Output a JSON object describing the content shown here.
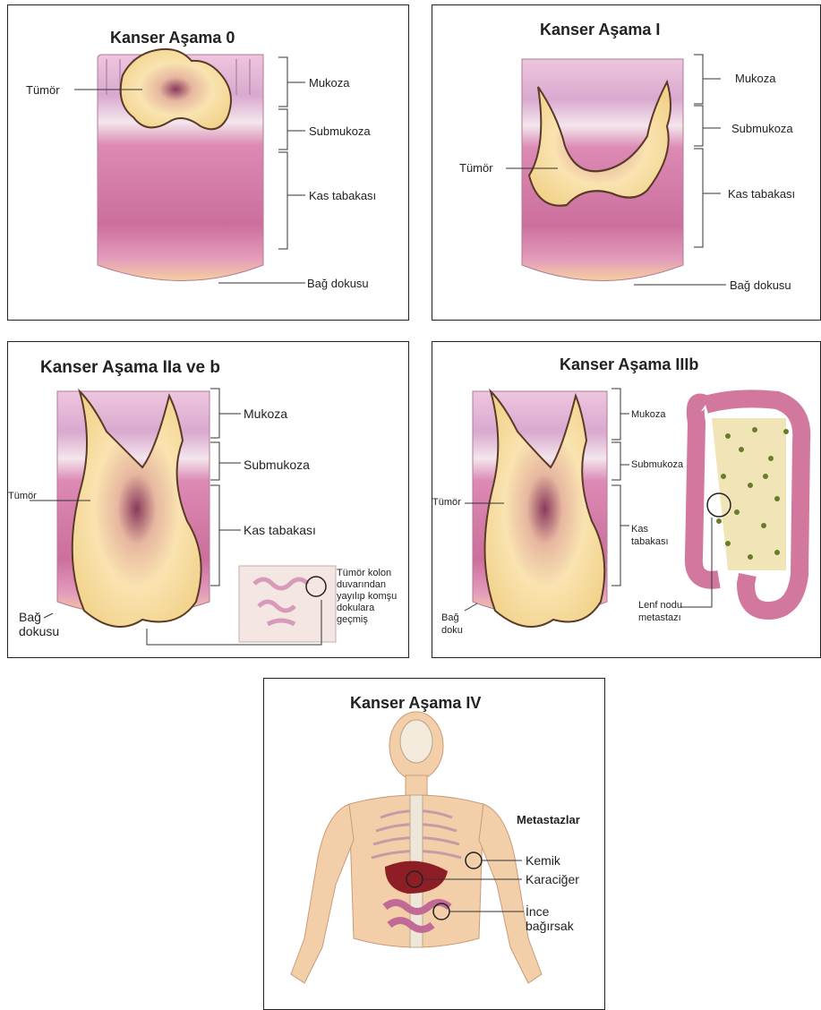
{
  "panels": {
    "stage0": {
      "title": "Kanser Aşama 0",
      "labels": {
        "tumor": "Tümör",
        "mucosa": "Mukoza",
        "submucosa": "Submukoza",
        "muscle": "Kas tabakası",
        "connective": "Bağ dokusu"
      }
    },
    "stage1": {
      "title": "Kanser Aşama I",
      "labels": {
        "tumor": "Tümör",
        "mucosa": "Mukoza",
        "submucosa": "Submukoza",
        "muscle": "Kas tabakası",
        "connective": "Bağ dokusu"
      }
    },
    "stage2": {
      "title": "Kanser Aşama IIa ve b",
      "labels": {
        "tumor": "Tümör",
        "mucosa": "Mukoza",
        "submucosa": "Submukoza",
        "muscle": "Kas tabakası",
        "connective_1": "Bağ",
        "connective_2": "dokusu",
        "spread_note": [
          "Tümör kolon",
          "duvarından",
          "yayılıp komşu",
          "dokulara",
          "geçmiş"
        ]
      }
    },
    "stage3": {
      "title": "Kanser Aşama IIIb",
      "labels": {
        "tumor": "Tümör",
        "mucosa": "Mukoza",
        "submucosa": "Submukoza",
        "muscle_1": "Kas",
        "muscle_2": "tabakası",
        "connective_1": "Bağ",
        "connective_2": "doku",
        "lymph_1": "Lenf nodu",
        "lymph_2": "metastazı"
      }
    },
    "stage4": {
      "title": "Kanser Aşama IV",
      "labels": {
        "metastases": "Metastazlar",
        "bone": "Kemik",
        "liver": "Karaciğer",
        "intestine_1": "İnce",
        "intestine_2": "bağırsak"
      }
    }
  },
  "colors": {
    "tumor_fill": "#f6dfa6",
    "tumor_edge": "#5a3a28",
    "mucosa": "#e6b6d6",
    "muscle": "#d57aa6",
    "connective": "#e9a7c3",
    "border": "#222222"
  }
}
